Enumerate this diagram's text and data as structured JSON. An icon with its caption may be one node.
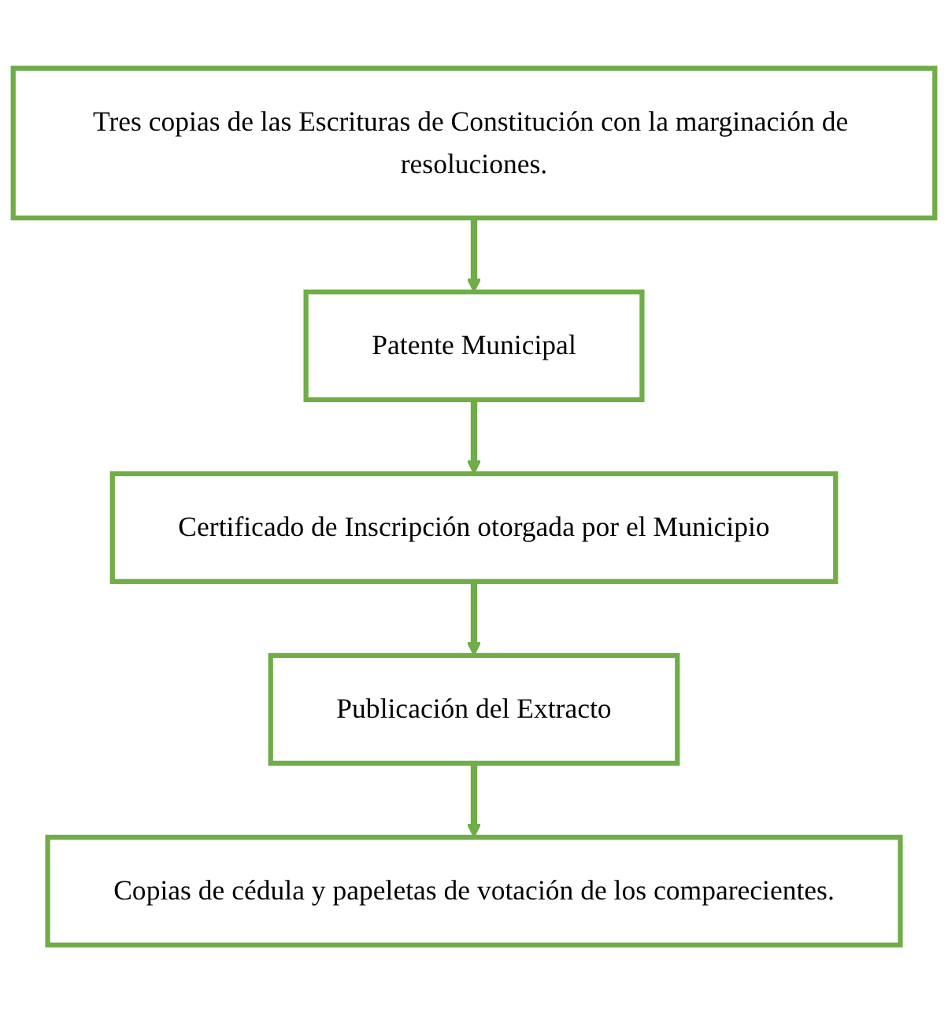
{
  "diagram": {
    "nodes": [
      {
        "text": [
          "Tres copias de las Escrituras de Constitución con la marginación de resoluciones."
        ]
      },
      {
        "text": [
          "Patente Municipal"
        ]
      },
      {
        "text": [
          "Certificado de Inscripción otorgada por el Municipio"
        ]
      },
      {
        "text": [
          "Publicación del Extracto"
        ]
      },
      {
        "text": [
          "Copias de cédula y papeletas de votación de los comparecientes."
        ]
      }
    ],
    "edges": [
      {
        "from": 0,
        "to": 1,
        "arrow": "to"
      },
      {
        "from": 1,
        "to": 2,
        "arrow": "to"
      },
      {
        "from": 2,
        "to": 3,
        "arrow": "to"
      },
      {
        "from": 3,
        "to": 4,
        "arrow": "to"
      }
    ]
  }
}
